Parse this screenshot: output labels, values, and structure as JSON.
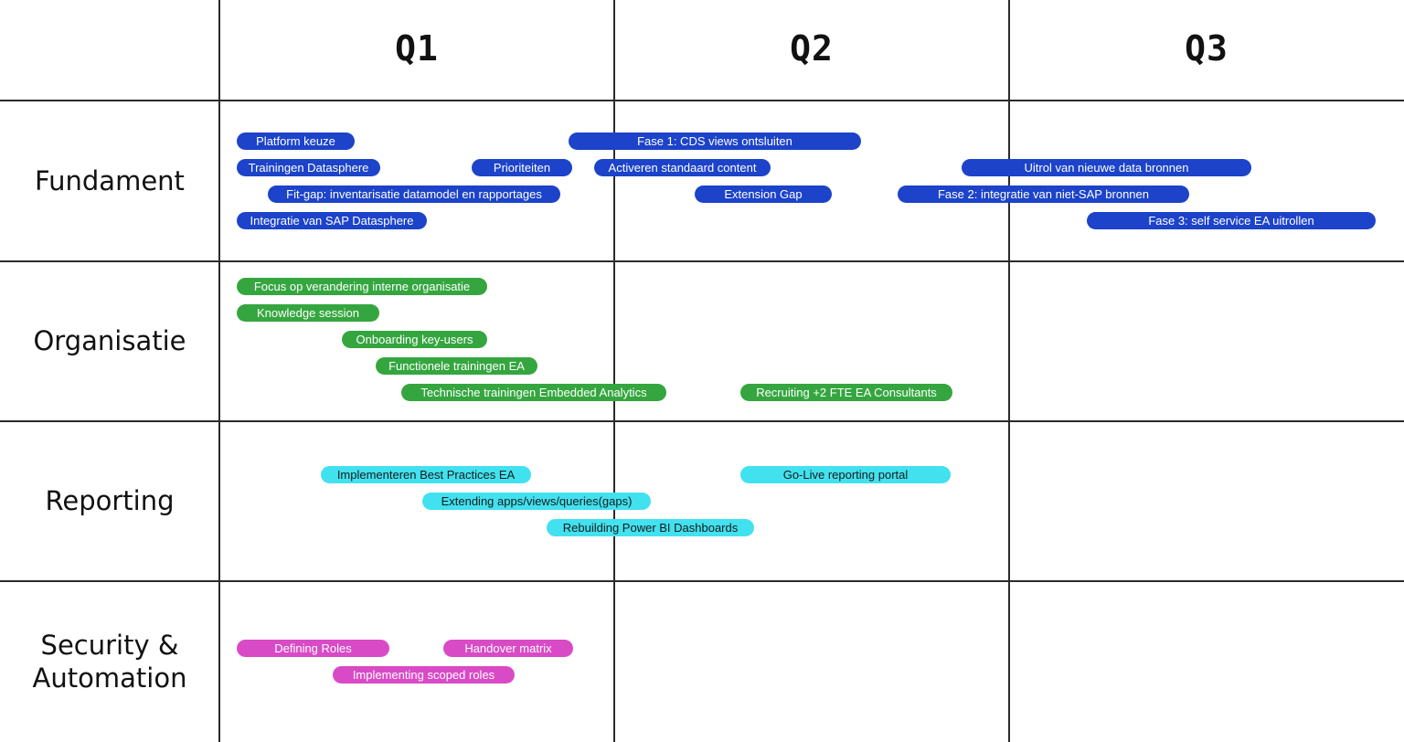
{
  "quarters": [
    "Q1",
    "Q2",
    "Q3"
  ],
  "rows": [
    {
      "label": "Fundament",
      "color": "#1c43c9",
      "items": [
        "Platform keuze",
        "Trainingen Datasphere",
        "Prioriteiten",
        "Fit-gap: inventarisatie datamodel en rapportages",
        "Integratie van SAP Datasphere",
        "Fase 1: CDS views ontsluiten",
        "Activeren standaard content",
        "Extension Gap",
        "Uitrol van nieuwe data bronnen",
        "Fase 2: integratie van niet-SAP bronnen",
        "Fase 3: self service EA uitrollen"
      ]
    },
    {
      "label": "Organisatie",
      "color": "#35a63f",
      "items": [
        "Focus op verandering interne organisatie",
        "Knowledge session",
        "Onboarding key-users",
        "Functionele trainingen EA",
        "Technische trainingen Embedded Analytics",
        "Recruiting +2 FTE EA Consultants"
      ]
    },
    {
      "label": "Reporting",
      "color": "#42e1ef",
      "items": [
        "Implementeren Best Practices EA",
        "Extending apps/views/queries(gaps)",
        "Rebuilding Power BI Dashboards",
        "Go-Live reporting portal"
      ]
    },
    {
      "label": "Security &\nAutomation",
      "color": "#d94bc6",
      "items": [
        "Defining Roles",
        "Handover matrix",
        "Implementing scoped roles"
      ]
    }
  ]
}
